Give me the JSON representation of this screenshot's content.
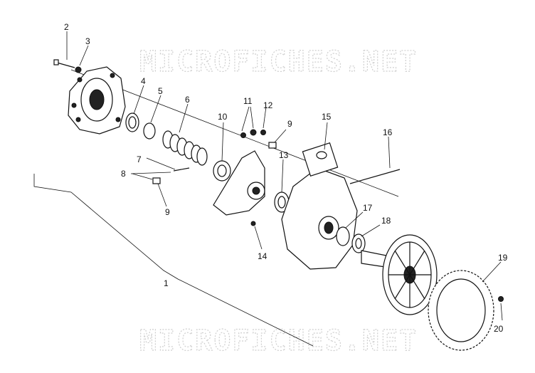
{
  "watermark_text": "MICROFICHES.NET",
  "callouts": [
    {
      "id": "c2",
      "label": "2"
    },
    {
      "id": "c3",
      "label": "3"
    },
    {
      "id": "c4",
      "label": "4"
    },
    {
      "id": "c5",
      "label": "5"
    },
    {
      "id": "c6",
      "label": "6"
    },
    {
      "id": "c7",
      "label": "7"
    },
    {
      "id": "c8",
      "label": "8"
    },
    {
      "id": "c9a",
      "label": "9"
    },
    {
      "id": "c10",
      "label": "10"
    },
    {
      "id": "c11",
      "label": "11"
    },
    {
      "id": "c12",
      "label": "12"
    },
    {
      "id": "c9b",
      "label": "9"
    },
    {
      "id": "c13",
      "label": "13"
    },
    {
      "id": "c14",
      "label": "14"
    },
    {
      "id": "c15",
      "label": "15"
    },
    {
      "id": "c16",
      "label": "16"
    },
    {
      "id": "c17",
      "label": "17"
    },
    {
      "id": "c18",
      "label": "18"
    },
    {
      "id": "c19",
      "label": "19"
    },
    {
      "id": "c20",
      "label": "20"
    },
    {
      "id": "c1",
      "label": "1"
    }
  ]
}
